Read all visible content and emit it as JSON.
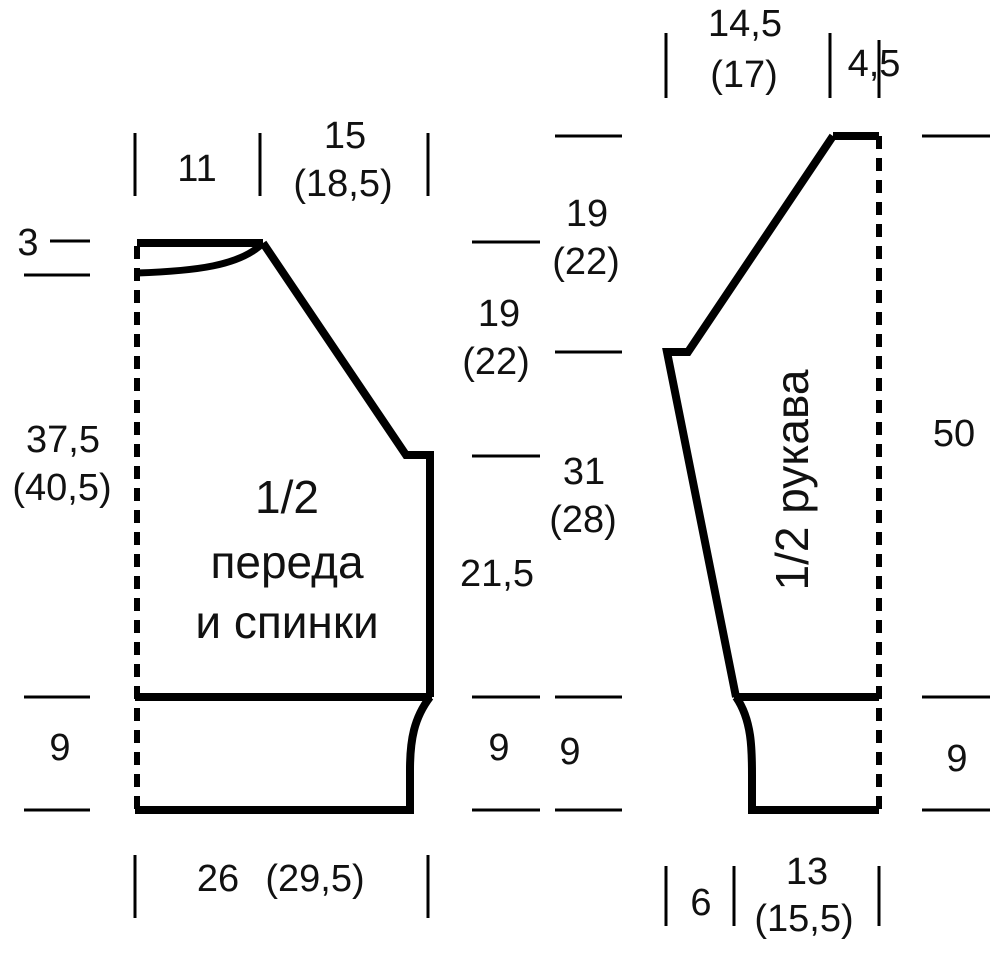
{
  "colors": {
    "outline": "#000000",
    "text": "#111111",
    "background": "#ffffff"
  },
  "body_piece": {
    "title_line1": "1/2",
    "title_line2": "переда",
    "title_line3": "и спинки",
    "neck_width": "11",
    "shoulder_width": "15",
    "shoulder_width_alt": "(18,5)",
    "neck_depth": "3",
    "height": "37,5",
    "height_alt": "(40,5)",
    "raglan_drop": "19",
    "raglan_drop_alt": "(22)",
    "side_height": "21,5",
    "rib_left": "9",
    "rib_right": "9",
    "bottom_width": "26",
    "bottom_width_alt": "(29,5)"
  },
  "sleeve_piece": {
    "title": "1/2 рукава",
    "top_width": "14,5",
    "top_width_alt": "(17)",
    "top_right": "4,5",
    "raglan_height": "19",
    "raglan_height_alt": "(22)",
    "sleeve_length": "31",
    "sleeve_length_alt": "(28)",
    "total_height": "50",
    "rib_left": "9",
    "rib_right": "9",
    "cuff_left": "6",
    "cuff_width": "13",
    "cuff_width_alt": "(15,5)"
  }
}
